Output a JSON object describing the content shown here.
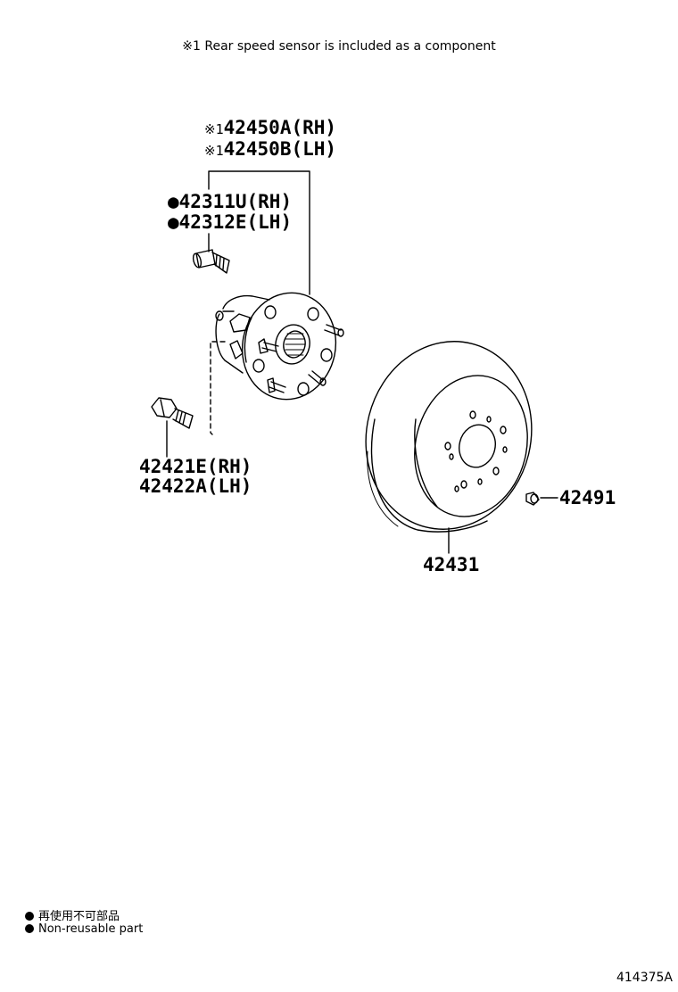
{
  "note": "※1 Rear speed sensor is included as a component",
  "parts": {
    "hub_rh": {
      "mark": "※1",
      "number": "42450A(RH)"
    },
    "hub_lh": {
      "mark": "※1",
      "number": "42450B(LH)"
    },
    "stud_rh": {
      "mark": "●",
      "number": "42311U(RH)"
    },
    "stud_lh": {
      "mark": "●",
      "number": "42312E(LH)"
    },
    "bolt_rh": "42421E(RH)",
    "bolt_lh": "42422A(LH)",
    "disc": "42431",
    "plug": "42491"
  },
  "legend": {
    "jp": "再使用不可部品",
    "en": "Non-reusable part"
  },
  "illustration_code": "414375A"
}
